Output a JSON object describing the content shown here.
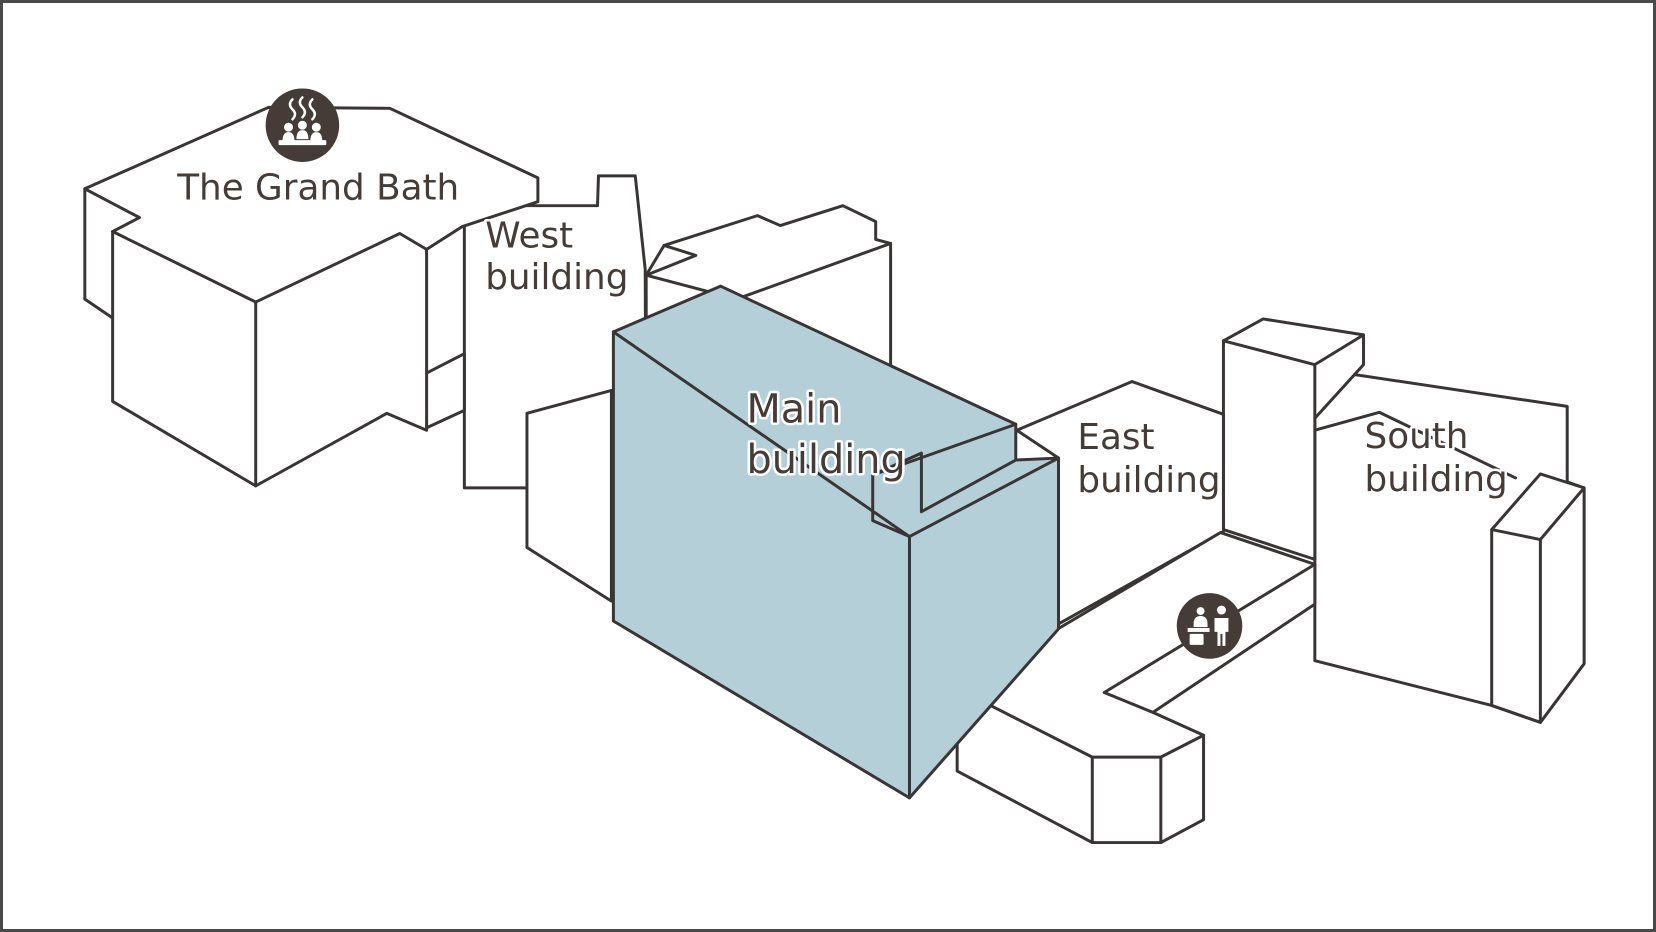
{
  "map": {
    "grand_bath": {
      "label": "The Grand Bath",
      "icon": "hot-spring-bath-icon"
    },
    "west_building": {
      "line1": "West",
      "line2": "building"
    },
    "main_building": {
      "line1": "Main",
      "line2": "building",
      "highlighted": true
    },
    "east_building": {
      "line1": "East",
      "line2": "building"
    },
    "south_building": {
      "line1": "South",
      "line2": "building"
    },
    "front_desk": {
      "icon": "front-desk-reception-icon"
    }
  },
  "colors": {
    "outline": "#3a3535",
    "label_text": "#463c37",
    "highlight_fill": "#b5cfd8",
    "icon_badge": "#463c37",
    "frame_border": "#4a4a4a"
  }
}
